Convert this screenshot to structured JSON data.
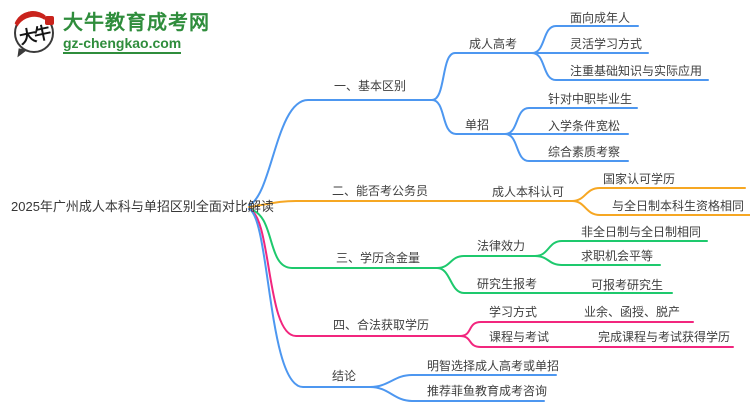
{
  "brand": {
    "logo_text": "大牛",
    "site_name": "大牛教育成考网",
    "site_domain": "gz-chengkao.com"
  },
  "colors": {
    "branch_blue": "#4D97F0",
    "branch_orange": "#F6A723",
    "branch_green": "#1EC96D",
    "branch_pink": "#F2267E",
    "brand_green": "#2F8D3C",
    "node_text": "#3F3F3F"
  },
  "mindmap": {
    "root": "2025年广州成人本科与单招区别全面对比解读",
    "branches": [
      {
        "label": "一、基本区别",
        "color": "#4D97F0",
        "children": [
          {
            "label": "成人高考",
            "children": [
              {
                "label": "面向成年人"
              },
              {
                "label": "灵活学习方式"
              },
              {
                "label": "注重基础知识与实际应用"
              }
            ]
          },
          {
            "label": "单招",
            "children": [
              {
                "label": "针对中职毕业生"
              },
              {
                "label": "入学条件宽松"
              },
              {
                "label": "综合素质考察"
              }
            ]
          }
        ]
      },
      {
        "label": "二、能否考公务员",
        "color": "#F6A723",
        "children": [
          {
            "label": "成人本科认可",
            "children": [
              {
                "label": "国家认可学历"
              },
              {
                "label": "与全日制本科生资格相同"
              }
            ]
          }
        ]
      },
      {
        "label": "三、学历含金量",
        "color": "#1EC96D",
        "children": [
          {
            "label": "法律效力",
            "children": [
              {
                "label": "非全日制与全日制相同"
              },
              {
                "label": "求职机会平等"
              }
            ]
          },
          {
            "label": "研究生报考",
            "children": [
              {
                "label": "可报考研究生"
              }
            ]
          }
        ]
      },
      {
        "label": "四、合法获取学历",
        "color": "#F2267E",
        "children": [
          {
            "label": "学习方式",
            "children": [
              {
                "label": "业余、函授、脱产"
              }
            ]
          },
          {
            "label": "课程与考试",
            "children": [
              {
                "label": "完成课程与考试获得学历"
              }
            ]
          }
        ]
      },
      {
        "label": "结论",
        "color": "#4D97F0",
        "children": [
          {
            "label": "明智选择成人高考或单招"
          },
          {
            "label": "推荐菲鱼教育成考咨询"
          }
        ]
      }
    ]
  }
}
